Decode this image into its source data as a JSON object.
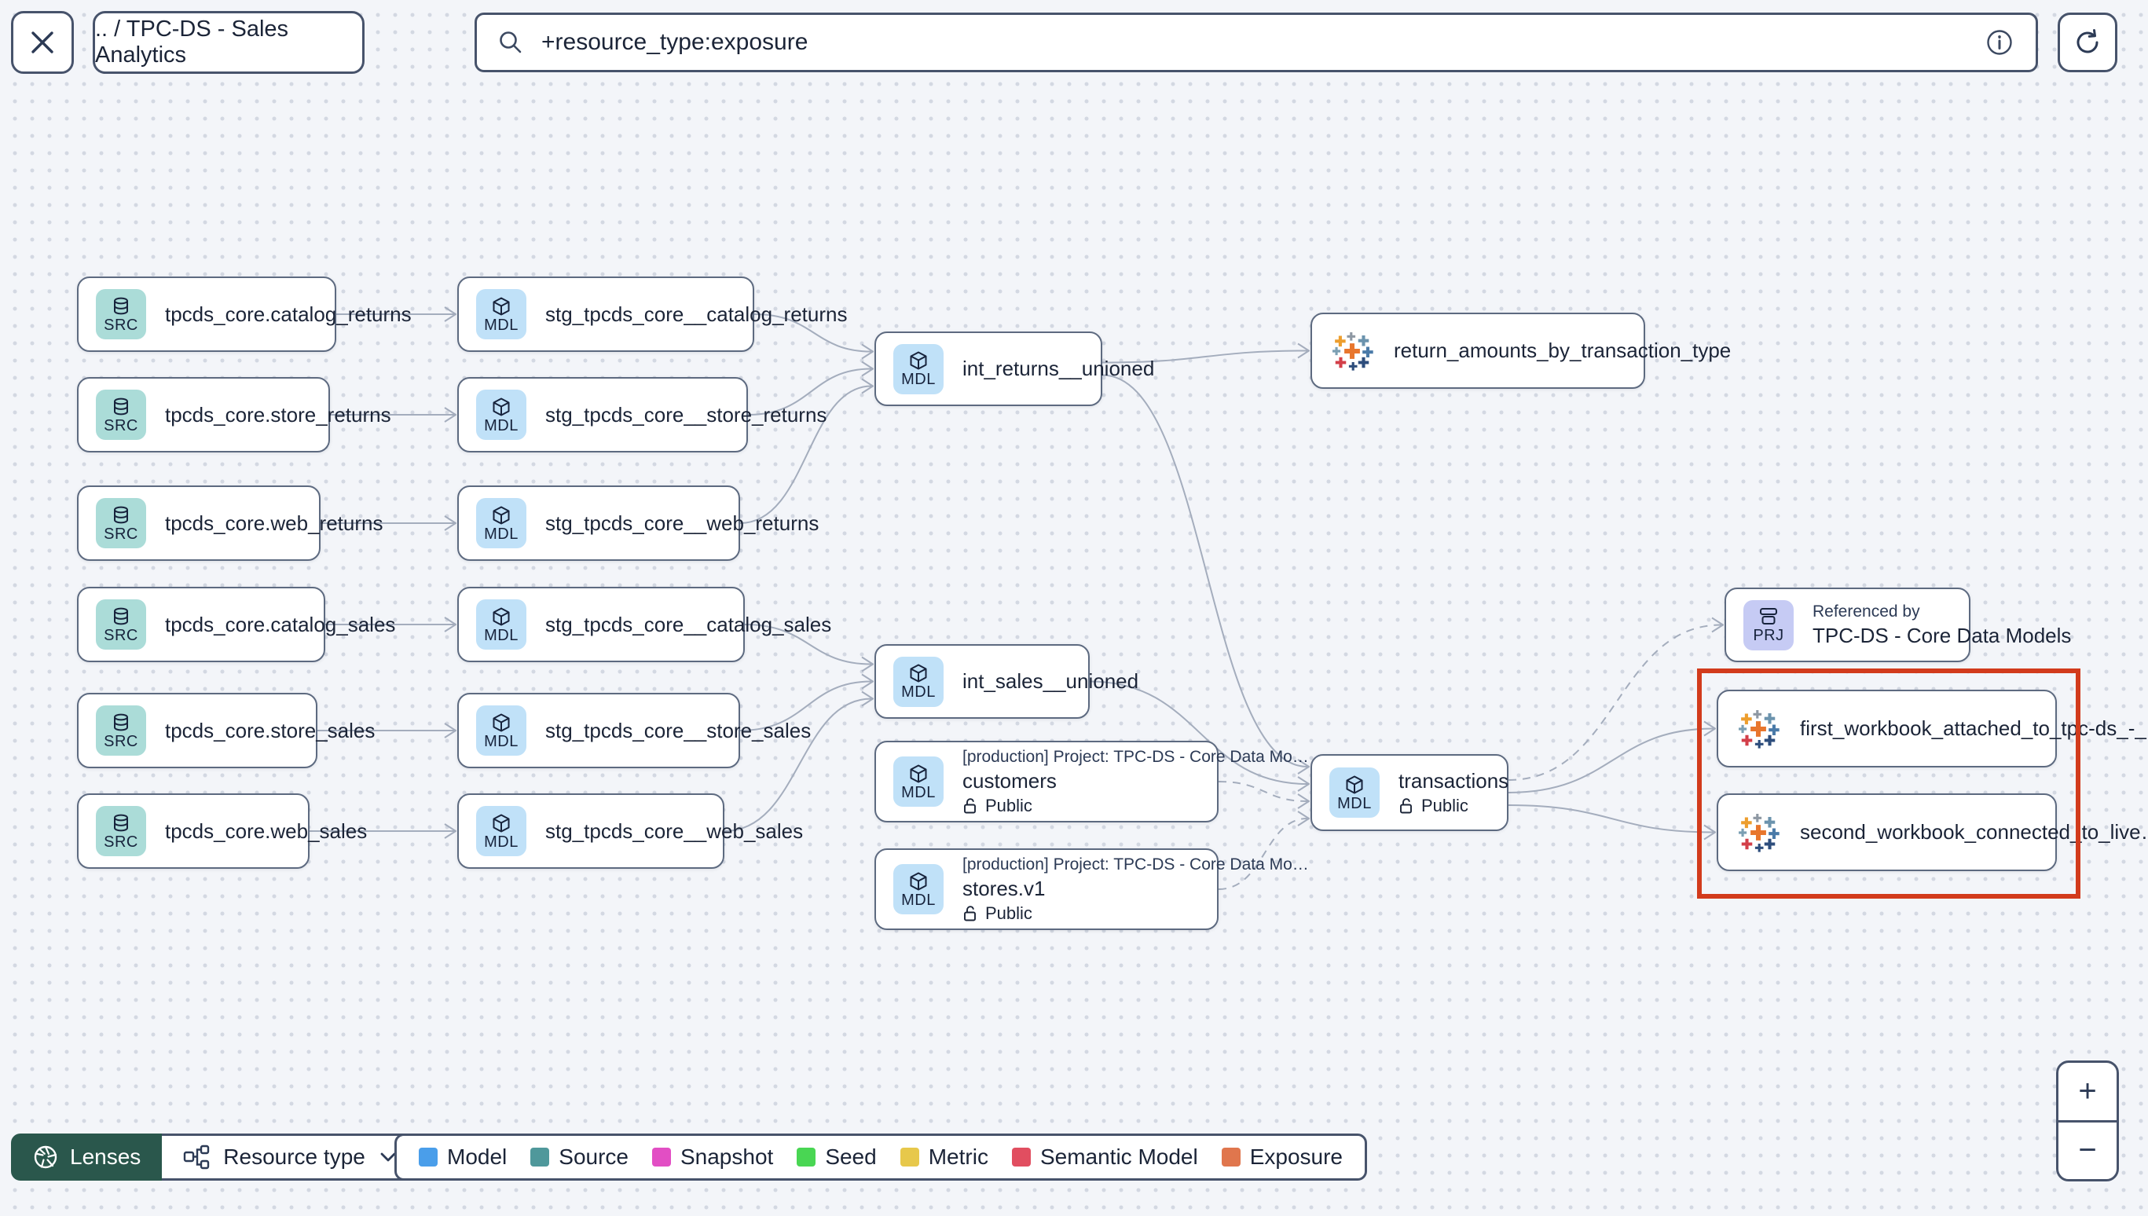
{
  "toolbar": {
    "breadcrumb": ".. / TPC-DS - Sales Analytics",
    "search_value": "+resource_type:exposure"
  },
  "icons": {
    "close": "x-cross",
    "search": "magnifier",
    "info": "circled-i",
    "refresh": "circular-arrow",
    "lenses": "aperture",
    "resource_type": "hierarchy",
    "chevron": "chevron-down",
    "lock_open": "unlocked-padlock",
    "source_badge": "database-cylinder",
    "model_badge": "cube",
    "project_badge": "archive-box",
    "exposure": "tableau-sparkle"
  },
  "graph": {
    "nodes": [
      {
        "id": "src_catalog_returns",
        "type": "source",
        "badge": "SRC",
        "label": "tpcds_core.catalog_returns"
      },
      {
        "id": "src_store_returns",
        "type": "source",
        "badge": "SRC",
        "label": "tpcds_core.store_returns"
      },
      {
        "id": "src_web_returns",
        "type": "source",
        "badge": "SRC",
        "label": "tpcds_core.web_returns"
      },
      {
        "id": "src_catalog_sales",
        "type": "source",
        "badge": "SRC",
        "label": "tpcds_core.catalog_sales"
      },
      {
        "id": "src_store_sales",
        "type": "source",
        "badge": "SRC",
        "label": "tpcds_core.store_sales"
      },
      {
        "id": "src_web_sales",
        "type": "source",
        "badge": "SRC",
        "label": "tpcds_core.web_sales"
      },
      {
        "id": "stg_catalog_returns",
        "type": "model",
        "badge": "MDL",
        "label": "stg_tpcds_core__catalog_returns"
      },
      {
        "id": "stg_store_returns",
        "type": "model",
        "badge": "MDL",
        "label": "stg_tpcds_core__store_returns"
      },
      {
        "id": "stg_web_returns",
        "type": "model",
        "badge": "MDL",
        "label": "stg_tpcds_core__web_returns"
      },
      {
        "id": "stg_catalog_sales",
        "type": "model",
        "badge": "MDL",
        "label": "stg_tpcds_core__catalog_sales"
      },
      {
        "id": "stg_store_sales",
        "type": "model",
        "badge": "MDL",
        "label": "stg_tpcds_core__store_sales"
      },
      {
        "id": "stg_web_sales",
        "type": "model",
        "badge": "MDL",
        "label": "stg_tpcds_core__web_sales"
      },
      {
        "id": "int_returns",
        "type": "model",
        "badge": "MDL",
        "label": "int_returns__unioned"
      },
      {
        "id": "int_sales",
        "type": "model",
        "badge": "MDL",
        "label": "int_sales__unioned"
      },
      {
        "id": "customers",
        "type": "model",
        "badge": "MDL",
        "label": "customers",
        "sublabel": "[production] Project: TPC-DS - Core Data Mo…",
        "access": "Public"
      },
      {
        "id": "stores",
        "type": "model",
        "badge": "MDL",
        "label": "stores.v1",
        "sublabel": "[production] Project: TPC-DS - Core Data Mo…",
        "access": "Public"
      },
      {
        "id": "transactions",
        "type": "model",
        "badge": "MDL",
        "label": "transactions",
        "access": "Public"
      },
      {
        "id": "exp_returns",
        "type": "exposure",
        "label": "return_amounts_by_transaction_type"
      },
      {
        "id": "prj",
        "type": "project",
        "badge": "PRJ",
        "label": "TPC-DS - Core Data Models",
        "sublabel": "Referenced by"
      },
      {
        "id": "exp_first",
        "type": "exposure",
        "label": "first_workbook_attached_to_tpc-ds_-_…"
      },
      {
        "id": "exp_second",
        "type": "exposure",
        "label": "second_workbook_connected_to_live…"
      }
    ],
    "edges": [
      {
        "from": "src_catalog_returns",
        "to": "stg_catalog_returns",
        "dashed": false
      },
      {
        "from": "src_store_returns",
        "to": "stg_store_returns",
        "dashed": false
      },
      {
        "from": "src_web_returns",
        "to": "stg_web_returns",
        "dashed": false
      },
      {
        "from": "src_catalog_sales",
        "to": "stg_catalog_sales",
        "dashed": false
      },
      {
        "from": "src_store_sales",
        "to": "stg_store_sales",
        "dashed": false
      },
      {
        "from": "src_web_sales",
        "to": "stg_web_sales",
        "dashed": false
      },
      {
        "from": "stg_catalog_returns",
        "to": "int_returns",
        "dashed": false
      },
      {
        "from": "stg_store_returns",
        "to": "int_returns",
        "dashed": false
      },
      {
        "from": "stg_web_returns",
        "to": "int_returns",
        "dashed": false
      },
      {
        "from": "stg_catalog_sales",
        "to": "int_sales",
        "dashed": false
      },
      {
        "from": "stg_store_sales",
        "to": "int_sales",
        "dashed": false
      },
      {
        "from": "stg_web_sales",
        "to": "int_sales",
        "dashed": false
      },
      {
        "from": "int_returns",
        "to": "exp_returns",
        "dashed": false
      },
      {
        "from": "int_returns",
        "to": "transactions",
        "dashed": false
      },
      {
        "from": "int_sales",
        "to": "transactions",
        "dashed": false
      },
      {
        "from": "customers",
        "to": "transactions",
        "dashed": true
      },
      {
        "from": "stores",
        "to": "transactions",
        "dashed": true
      },
      {
        "from": "transactions",
        "to": "prj",
        "dashed": true
      },
      {
        "from": "transactions",
        "to": "exp_first",
        "dashed": false
      },
      {
        "from": "transactions",
        "to": "exp_second",
        "dashed": false
      }
    ]
  },
  "footer": {
    "lenses_label": "Lenses",
    "resource_type_label": "Resource type",
    "legend": [
      {
        "label": "Model",
        "color": "#4a9eea"
      },
      {
        "label": "Source",
        "color": "#4f989b"
      },
      {
        "label": "Snapshot",
        "color": "#e24ec4"
      },
      {
        "label": "Seed",
        "color": "#49d653"
      },
      {
        "label": "Metric",
        "color": "#e7c84b"
      },
      {
        "label": "Semantic Model",
        "color": "#e14e60"
      },
      {
        "label": "Exposure",
        "color": "#e0764d"
      }
    ]
  },
  "zoom_controls": {
    "zoom_in": "+",
    "zoom_out": "−"
  }
}
